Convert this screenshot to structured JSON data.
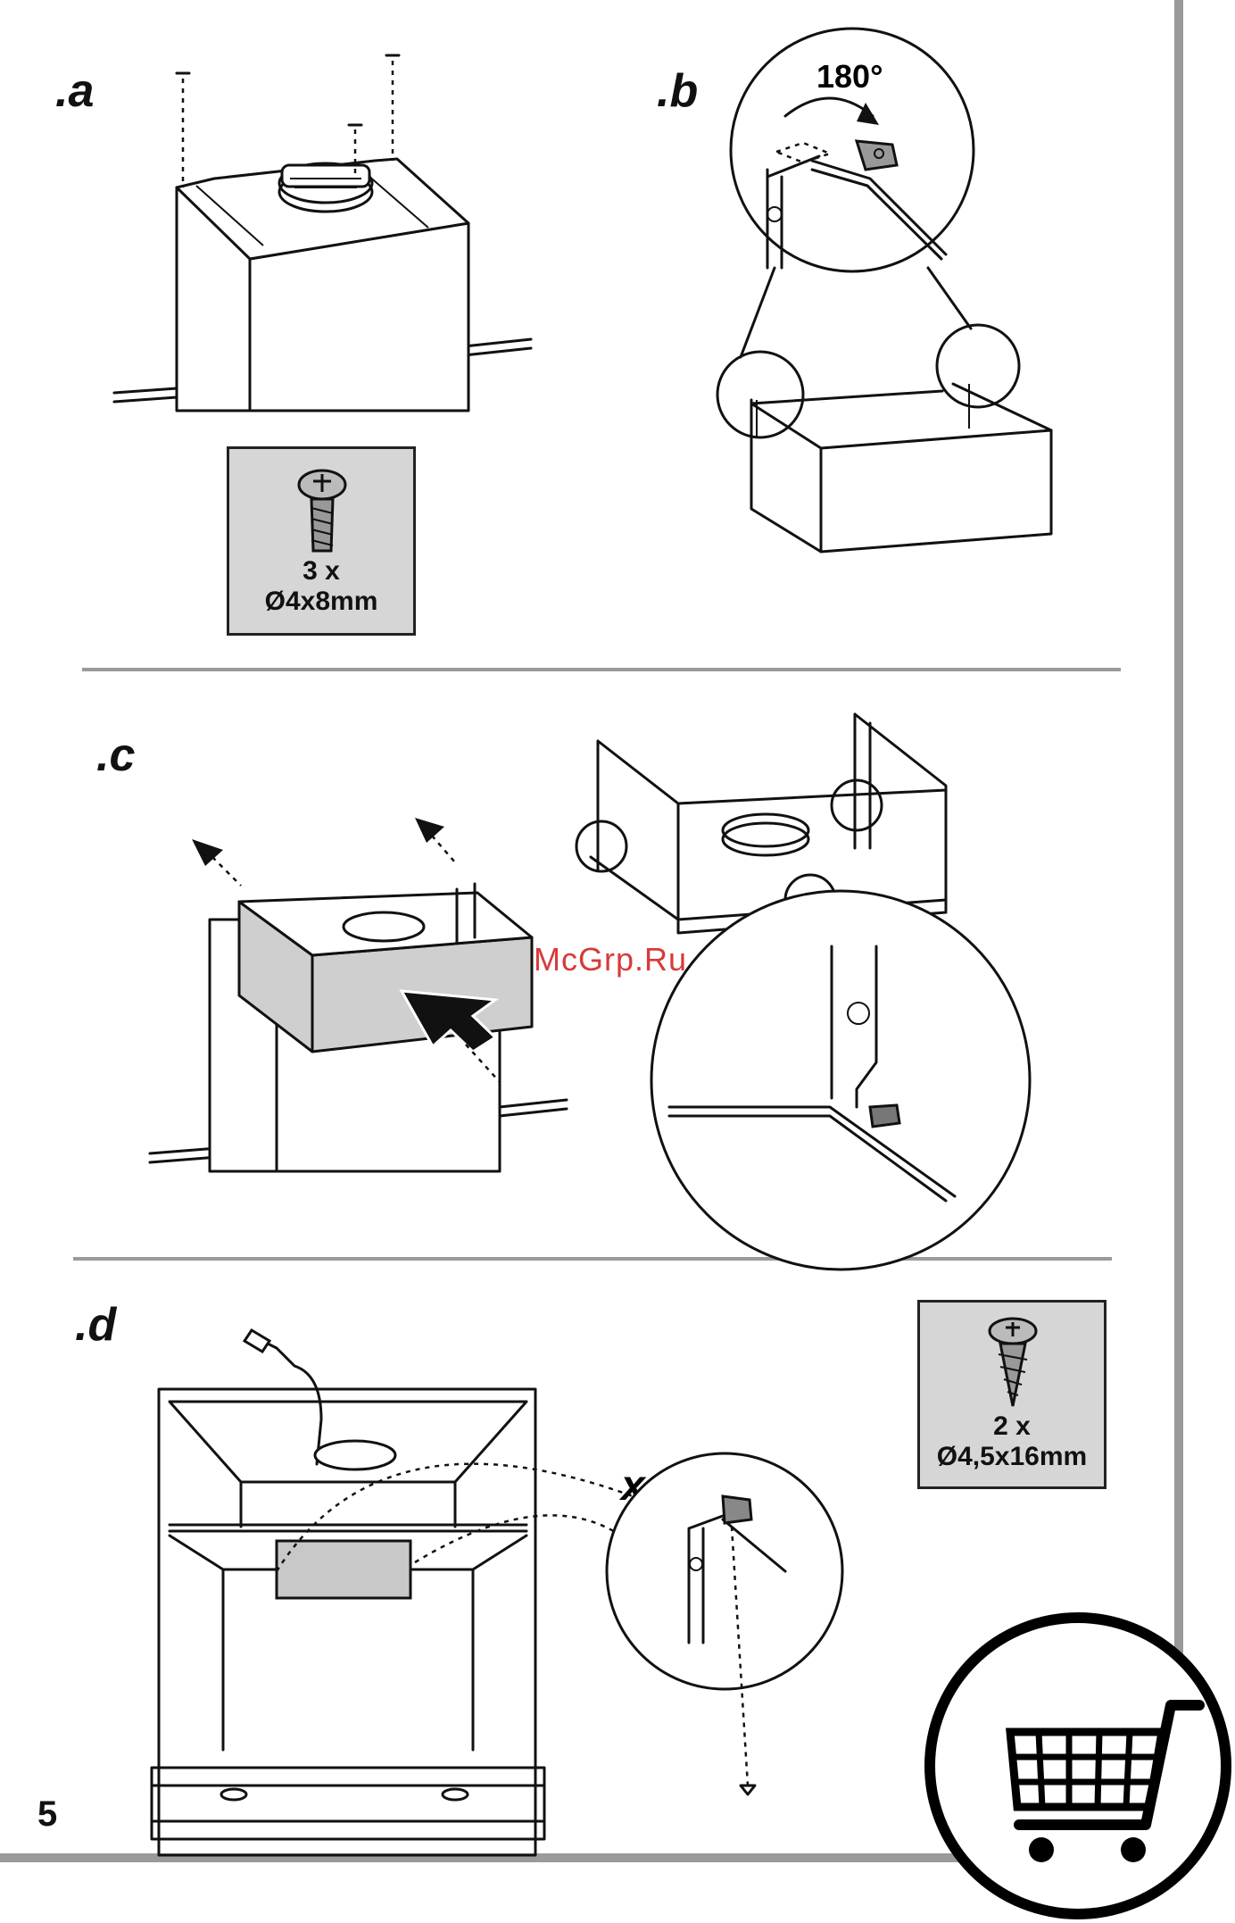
{
  "page": {
    "number": "5"
  },
  "steps": {
    "a": {
      "label": ".a",
      "screws": {
        "qty": "3 x",
        "size": "Ø4x8mm"
      }
    },
    "b": {
      "label": ".b",
      "rotation": "180°"
    },
    "c": {
      "label": ".c"
    },
    "d": {
      "label": ".d",
      "multiplier": "x 2",
      "screws": {
        "qty": "2 x",
        "size": "Ø4,5x16mm"
      }
    }
  },
  "watermark": "McGrp.Ru",
  "icons": [
    "screw-icon",
    "flange-icon",
    "arrow-icon",
    "bracket-icon",
    "cart-icon"
  ]
}
